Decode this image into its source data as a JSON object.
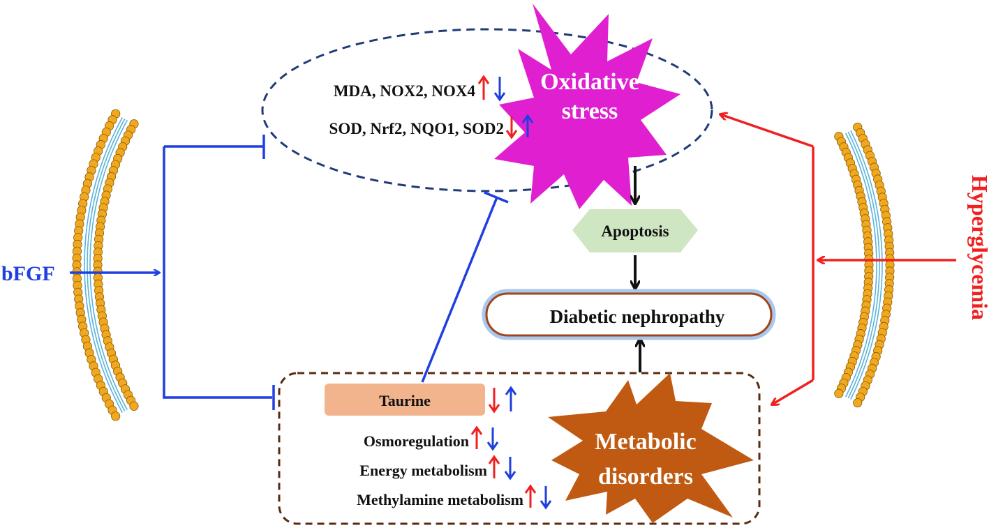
{
  "diagram": {
    "stimulus_left": "bFGF",
    "stimulus_right": "Hyperglycemia",
    "oxidative_stress": {
      "title_line1": "Oxidative",
      "title_line2": "stress",
      "markers_row1": "MDA, NOX2, NOX4",
      "markers_row2": "SOD, Nrf2, NQO1, SOD2"
    },
    "apoptosis": "Apoptosis",
    "outcome": "Diabetic nephropathy",
    "metabolic": {
      "title_line1": "Metabolic",
      "title_line2": "disorders",
      "taurine": "Taurine",
      "items": [
        "Osmoregulation",
        "Energy metabolism",
        "Methylamine metabolism"
      ]
    }
  },
  "colors": {
    "bfgf_blue": "#1f3fe0",
    "hyperglycemia_red": "#f02020",
    "oxidative_magenta": "#e020d0",
    "metabolic_orange": "#c05a12",
    "apoptosis_green": "#cfe6c2",
    "taurine_fill": "#f2b48c",
    "outcome_border": "#a0451a",
    "oxidative_border": "#1f3b78",
    "metabolic_border": "#5a2a10",
    "membrane_bead": "#f0a820",
    "membrane_line": "#5ab4dc"
  }
}
